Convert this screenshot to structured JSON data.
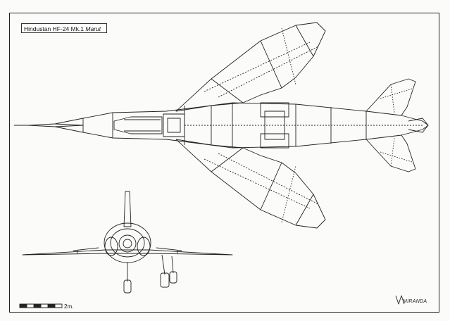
{
  "drawing": {
    "title_prefix": "Hindustan HF-24 Mk.1 ",
    "title_name": "Marut",
    "scale_label": "2m.",
    "signature": "MIRANDA"
  },
  "views": [
    "top-view",
    "front-view"
  ],
  "colors": {
    "line": "#222222",
    "paper": "#fbfbfa"
  }
}
